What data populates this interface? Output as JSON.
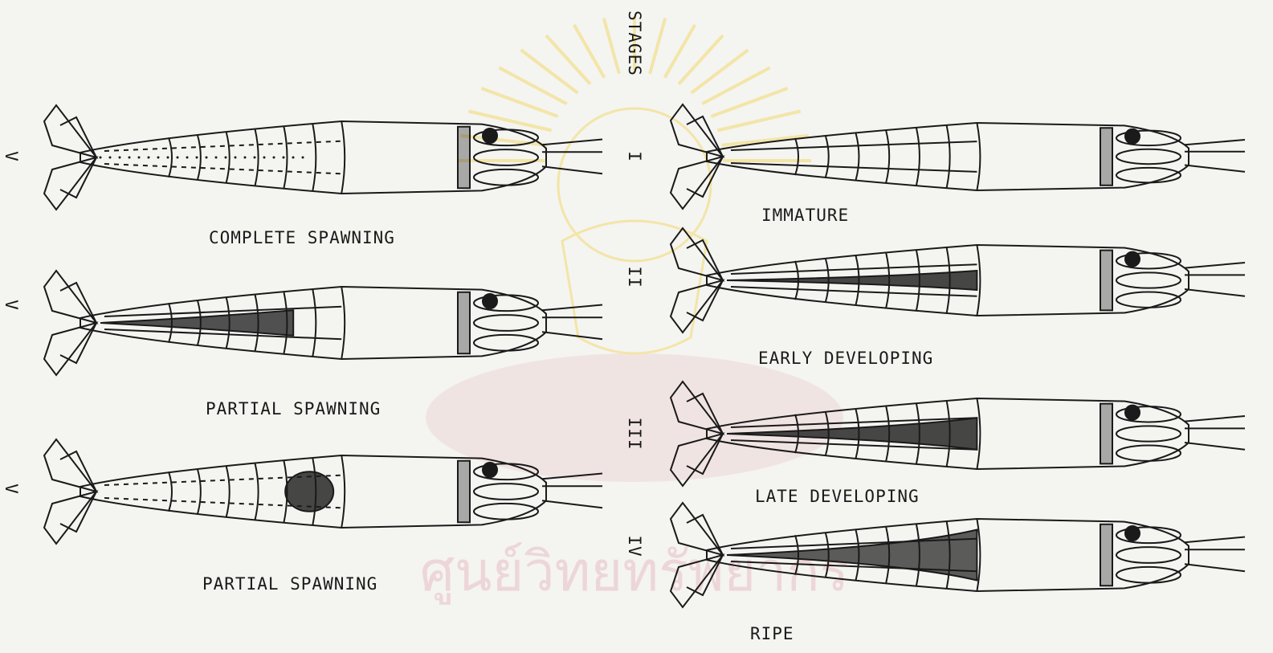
{
  "header": {
    "stages_label": "STAGES"
  },
  "left_column": [
    {
      "roman": "V",
      "caption": "COMPLETE SPAWNING",
      "fill": "trace"
    },
    {
      "roman": "V",
      "caption": "PARTIAL SPAWNING",
      "fill": "band"
    },
    {
      "roman": "V",
      "caption": "PARTIAL SPAWNING",
      "fill": "blob"
    }
  ],
  "center_stage_numerals": [
    "I",
    "II",
    "III",
    "IV"
  ],
  "right_column": [
    {
      "caption": "IMMATURE",
      "fill": "none"
    },
    {
      "caption": "EARLY DEVELOPING",
      "fill": "thin"
    },
    {
      "caption": "LATE DEVELOPING",
      "fill": "medium"
    },
    {
      "caption": "RIPE",
      "fill": "full"
    }
  ],
  "colors": {
    "ink": "#1a1a1a",
    "paper": "#f4f4f1",
    "watermark_gold": "#f2d96a",
    "watermark_pink": "#e8b9c0"
  },
  "watermark": {
    "text": "ศูนย์วิทยทรัพยากร"
  }
}
